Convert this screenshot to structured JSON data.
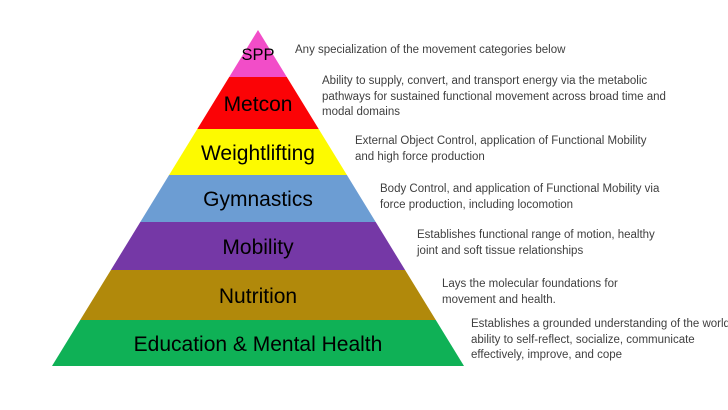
{
  "diagram": {
    "type": "pyramid",
    "background": "#FFFFFF",
    "label_color": "#000000",
    "description_color": "#3F3F3F",
    "levels": [
      {
        "label": "SPP",
        "color": "#F24DC8",
        "description": "Any specialization of the movement categories below"
      },
      {
        "label": "Metcon",
        "color": "#FB0306",
        "description": "Ability to supply, convert, and transport energy via the metabolic pathways for sustained functional movement across broad time and modal domains"
      },
      {
        "label": "Weightlifting",
        "color": "#FDFA00",
        "description": "External Object Control, application of Functional Mobility and high force production"
      },
      {
        "label": "Gymnastics",
        "color": "#6C9DD3",
        "description": "Body Control, and application of Functional Mobility via force production, including locomotion"
      },
      {
        "label": "Mobility",
        "color": "#7538A6",
        "description": "Establishes functional range of motion, healthy joint and soft tissue relationships"
      },
      {
        "label": "Nutrition",
        "color": "#B1890B",
        "description": "Lays the molecular foundations for movement and health."
      },
      {
        "label": "Education & Mental Health",
        "color": "#0FB156",
        "description": "Establishes a grounded understanding of the world, ability to self-reflect, socialize, communicate effectively, improve, and cope"
      }
    ]
  }
}
